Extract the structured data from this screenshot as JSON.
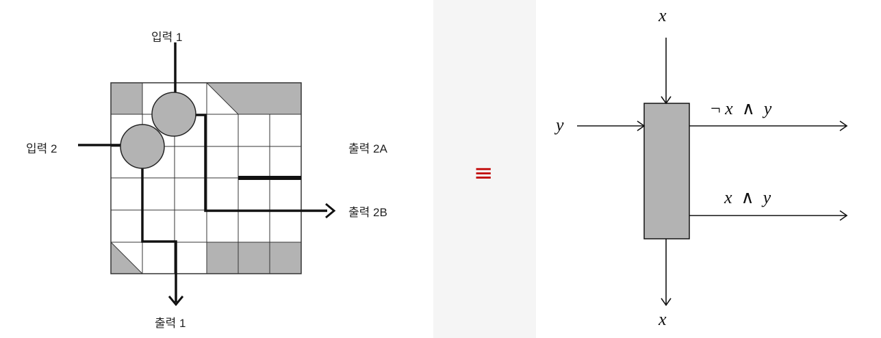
{
  "left": {
    "input1": "입력 1",
    "input2": "입력 2",
    "output1": "출력 1",
    "output2a": "출력 2A",
    "output2b": "출력 2B"
  },
  "equiv": {
    "symbol": "≡",
    "color": "#c00000"
  },
  "right": {
    "x_top": "x",
    "x_bottom": "x",
    "y_in": "y",
    "out_top_not": "¬",
    "out_top_x": "x",
    "out_top_and": "∧",
    "out_top_y": "y",
    "out_bot_x": "x",
    "out_bot_and": "∧",
    "out_bot_y": "y"
  },
  "colors": {
    "fill": "#b3b3b3",
    "line": "#1a1a1a",
    "mid_bg": "#f5f5f5"
  }
}
